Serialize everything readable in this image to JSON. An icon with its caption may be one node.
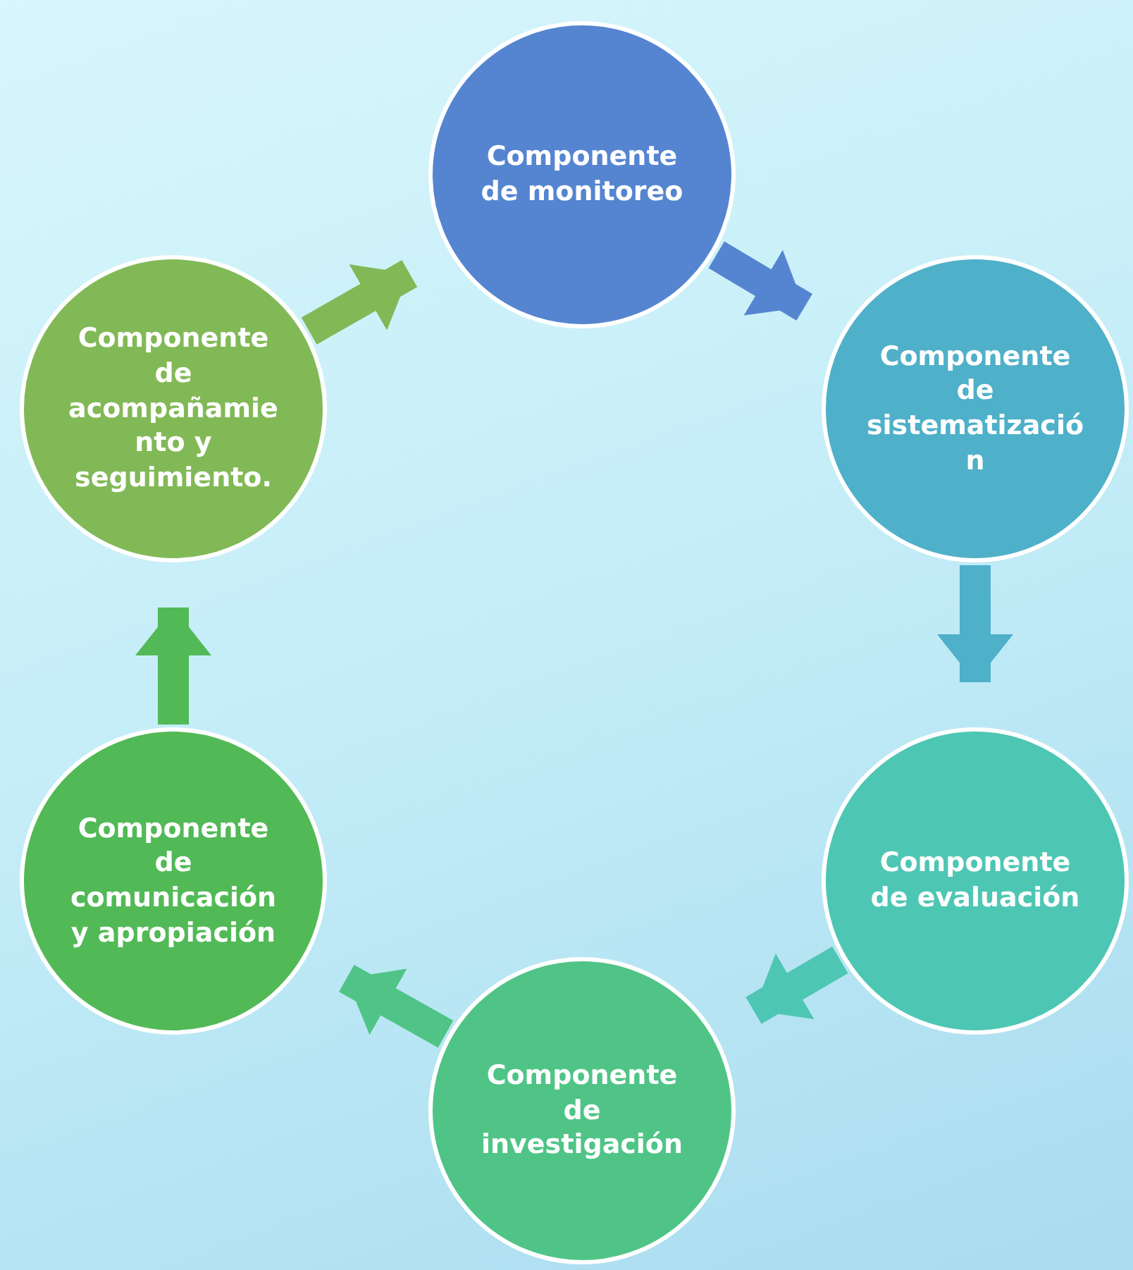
{
  "diagram": {
    "nodes": [
      {
        "text": [
          "Componente de monitoreo"
        ]
      },
      {
        "text": [
          "Componente de sistematización"
        ]
      },
      {
        "text": [
          "Componente de evaluación"
        ]
      },
      {
        "text": [
          "Componente de investigación"
        ]
      },
      {
        "text": [
          "Componente de comunicación y apropiación"
        ]
      },
      {
        "text": [
          "Componente de acompañamiento y seguimiento."
        ]
      }
    ],
    "edges": [
      {
        "from": 0,
        "to": 1,
        "arrow": "to",
        "color": "#5585d0"
      },
      {
        "from": 1,
        "to": 2,
        "arrow": "to",
        "color": "#4fb0c9"
      },
      {
        "from": 2,
        "to": 3,
        "arrow": "to",
        "color": "#4ec6b4"
      },
      {
        "from": 3,
        "to": 4,
        "arrow": "to",
        "color": "#4fc486"
      },
      {
        "from": 4,
        "to": 5,
        "arrow": "to",
        "color": "#52b957"
      },
      {
        "from": 5,
        "to": 0,
        "arrow": "to",
        "color": "#82b957"
      }
    ]
  }
}
